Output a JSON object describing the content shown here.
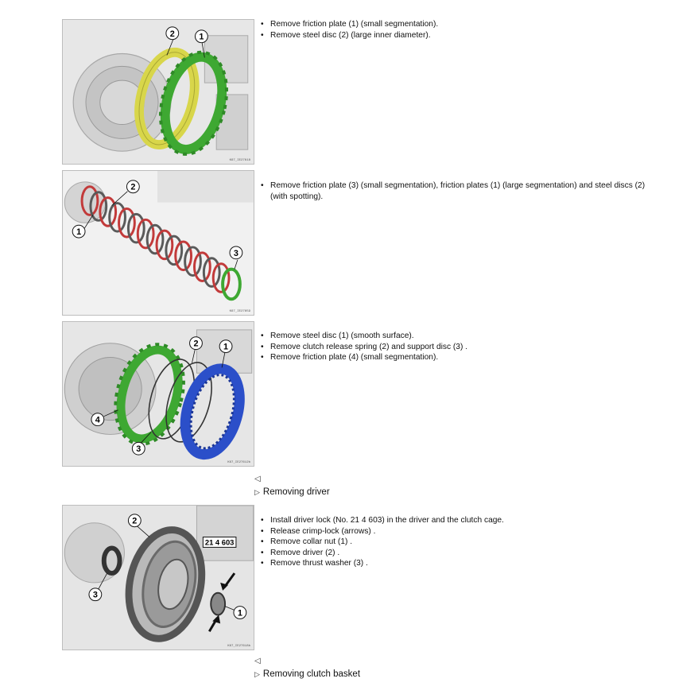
{
  "sections": [
    {
      "figure": {
        "code": "K67_IE27618"
      },
      "steps": [
        "Remove friction plate (1) (small segmentation).",
        "Remove steel disc (2) (large inner diameter)."
      ]
    },
    {
      "figure": {
        "code": "K67_IE27659"
      },
      "steps": [
        "Remove friction plate (3) (small segmentation), friction plates (1) (large segmentation) and steel discs (2) (with spotting)."
      ]
    },
    {
      "figure": {
        "code": "K67_IE27612b"
      },
      "steps": [
        "Remove steel disc (1) (smooth surface).",
        "Remove clutch release spring (2) and support disc (3) .",
        "Remove friction plate (4) (small segmentation)."
      ]
    },
    {
      "figure": {
        "code": "K67_IE27618b",
        "tool_label": "21 4 603"
      },
      "steps": [
        "Install driver lock (No. 21 4 603) in the driver and the clutch cage.",
        "Release crimp-lock (arrows) .",
        "Remove collar nut (1) .",
        "Remove driver (2) .",
        "Remove thrust washer (3) ."
      ]
    }
  ],
  "nav": {
    "back_symbol": "◁",
    "heading_symbol": "▷",
    "removing_driver": "Removing driver",
    "removing_clutch_basket": "Removing clutch basket"
  },
  "callouts": {
    "one": "1",
    "two": "2",
    "three": "3",
    "four": "4"
  },
  "colors": {
    "friction_green": "#3ea832",
    "steel_yellow": "#d8d64a",
    "friction_red": "#c23a3a",
    "steel_blue": "#2b4fc9"
  }
}
